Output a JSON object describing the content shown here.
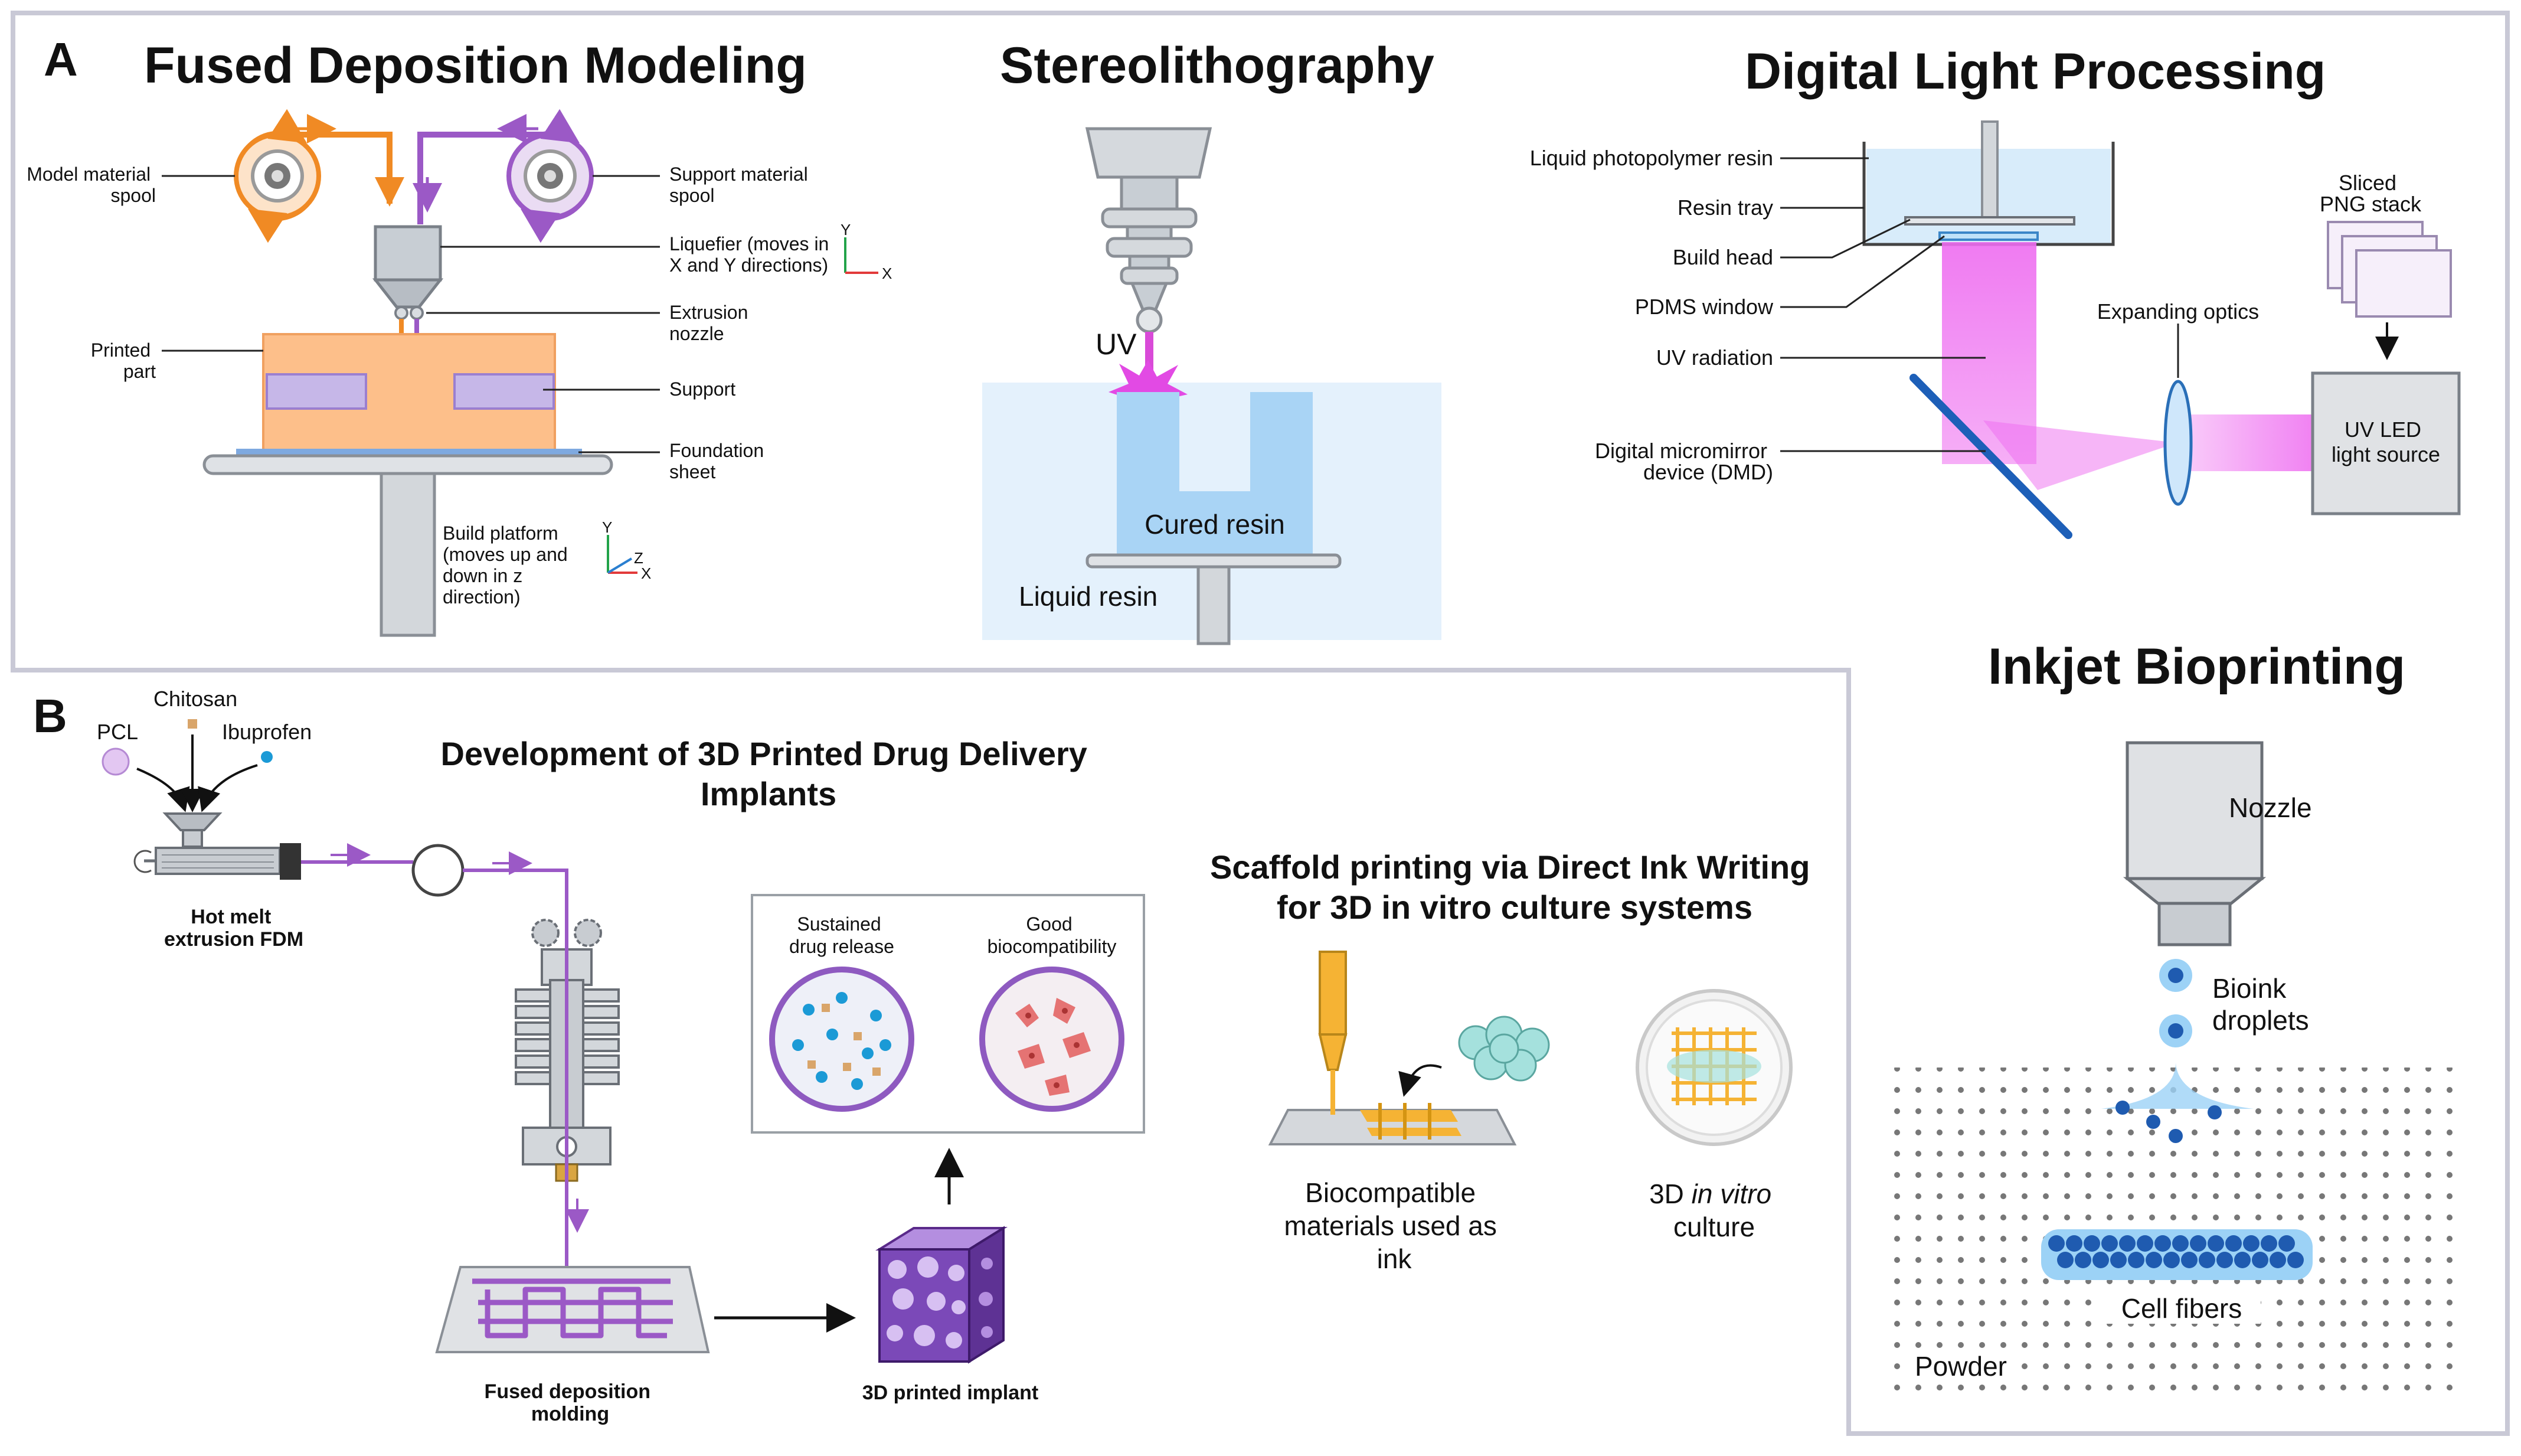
{
  "panels": {
    "a": "A",
    "b": "B"
  },
  "fdm": {
    "title": "Fused Deposition Modeling",
    "model_spool": [
      "Model material",
      "spool"
    ],
    "support_spool": [
      "Support material",
      "spool"
    ],
    "liquefier": [
      "Liquefier (moves in",
      "X and Y directions)"
    ],
    "nozzle": [
      "Extrusion",
      "nozzle"
    ],
    "printed_part": [
      "Printed",
      "part"
    ],
    "support": "Support",
    "foundation": [
      "Foundation",
      "sheet"
    ],
    "platform": [
      "Build platform",
      "(moves up and",
      "down in z",
      "direction)"
    ],
    "axis1": {
      "y": "Y",
      "x": "X"
    },
    "axis2": {
      "y": "Y",
      "z": "Z",
      "x": "X"
    }
  },
  "sla": {
    "title": "Stereolithography",
    "uv": "UV",
    "cured": "Cured resin",
    "liquid": "Liquid resin"
  },
  "dlp": {
    "title": "Digital Light Processing",
    "labels": [
      "Liquid photopolymer resin",
      "Resin tray",
      "Build head",
      "PDMS window",
      "UV radiation"
    ],
    "dmd": [
      "Digital micromirror",
      "device (DMD)"
    ],
    "sliced": [
      "Sliced",
      "PNG stack"
    ],
    "optics": "Expanding optics",
    "source": [
      "UV LED",
      "light source"
    ]
  },
  "inkjet": {
    "title": "Inkjet Bioprinting",
    "nozzle": "Nozzle",
    "droplets": [
      "Bioink",
      "droplets"
    ],
    "fibers": "Cell fibers",
    "powder": "Powder"
  },
  "drug": {
    "pcl": "PCL",
    "chitosan": "Chitosan",
    "ibuprofen": "Ibuprofen",
    "hme": [
      "Hot melt",
      "extrusion FDM"
    ],
    "title": [
      "Development of 3D Printed Drug Delivery",
      "Implants"
    ],
    "sustained": [
      "Sustained",
      "drug release"
    ],
    "biocompat": [
      "Good",
      "biocompatibility"
    ],
    "fdm_molding": [
      "Fused deposition",
      "molding"
    ],
    "implant": "3D printed implant"
  },
  "diw": {
    "title": [
      "Scaffold printing via Direct Ink Writing",
      "for 3D in vitro culture systems"
    ],
    "materials": [
      "Biocompatible",
      "materials used as",
      "ink"
    ],
    "culture_pre": "3D ",
    "culture_em": "in vitro",
    "culture_post": "culture"
  },
  "colors": {
    "orange": "#f08a24",
    "purple": "#9b59c6",
    "magenta": "#e94de8",
    "resin_blue": "#a9d4f5",
    "bg_blue": "#e4f1fc",
    "frame": "#c9c9d6"
  }
}
